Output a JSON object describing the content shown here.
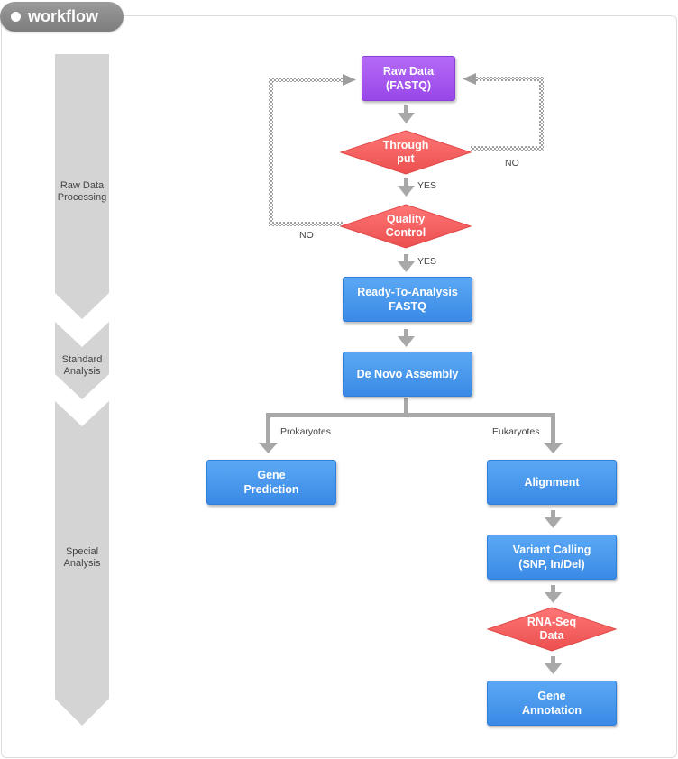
{
  "header": {
    "title": "workflow"
  },
  "stages": [
    {
      "label": "Raw Data\nProcessing"
    },
    {
      "label": "Standard\nAnalysis"
    },
    {
      "label": "Special\nAnalysis"
    }
  ],
  "nodes": {
    "raw_data": "Raw Data\n(FASTQ)",
    "throughput": "Through\nput",
    "quality_control": "Quality\nControl",
    "ready_fastq": "Ready-To-Analysis\nFASTQ",
    "de_novo": "De Novo Assembly",
    "gene_prediction": "Gene\nPrediction",
    "alignment": "Alignment",
    "variant_calling": "Variant Calling\n(SNP, In/Del)",
    "rna_seq": "RNA-Seq\nData",
    "gene_annotation": "Gene\nAnnotation"
  },
  "edge_labels": {
    "throughput_no": "NO",
    "throughput_yes": "YES",
    "quality_no": "NO",
    "quality_yes": "YES",
    "prokaryotes": "Prokaryotes",
    "eukaryotes": "Eukaryotes"
  },
  "colors": {
    "process_blue": "#3a8ae6",
    "start_purple": "#9847e8",
    "decision_red": "#f06060",
    "connector_gray": "#a8a8a8",
    "stage_gray": "#d4d4d4"
  }
}
